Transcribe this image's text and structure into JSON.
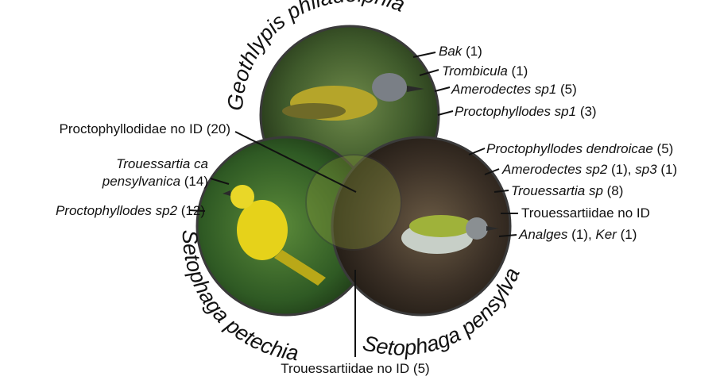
{
  "species": {
    "top": "Geothlypis philadelphia",
    "left": "Setophaga petechia",
    "right": "Setophaga pensylvanica"
  },
  "top_labels": [
    [
      {
        "t": "Bak",
        "i": true
      },
      {
        "t": " (1)",
        "i": false
      }
    ],
    [
      {
        "t": "Trombicula",
        "i": true
      },
      {
        "t": " (1)",
        "i": false
      }
    ],
    [
      {
        "t": "Amerodectes sp1",
        "i": true
      },
      {
        "t": " (5)",
        "i": false
      }
    ],
    [
      {
        "t": "Proctophyllodes sp1",
        "i": true
      },
      {
        "t": " (3)",
        "i": false
      }
    ]
  ],
  "right_labels": [
    [
      {
        "t": "Proctophyllodes dendroicae",
        "i": true
      },
      {
        "t": " (5)",
        "i": false
      }
    ],
    [
      {
        "t": "Amerodectes sp2",
        "i": true
      },
      {
        "t": " (1), ",
        "i": false
      },
      {
        "t": "sp3",
        "i": true
      },
      {
        "t": " (1)",
        "i": false
      }
    ],
    [
      {
        "t": "Trouessartia sp",
        "i": true
      },
      {
        "t": " (8)",
        "i": false
      }
    ],
    [
      {
        "t": "Trouessartiidae no ID",
        "i": false
      }
    ],
    [
      {
        "t": "Analges",
        "i": true
      },
      {
        "t": " (1), ",
        "i": false
      },
      {
        "t": "Ker",
        "i": true
      },
      {
        "t": " (1)",
        "i": false
      }
    ]
  ],
  "left_labels": [
    [
      {
        "t": "Trouessartia ca",
        "i": true
      }
    ],
    [
      {
        "t": "pensylvanica",
        "i": true
      },
      {
        "t": " (14)",
        "i": false
      }
    ],
    [
      {
        "t": "Proctophyllodes sp2",
        "i": true
      },
      {
        "t": " (12)",
        "i": false
      }
    ]
  ],
  "overlap_labels": {
    "top_left": "Proctophyllodidae no ID (20)",
    "bottom": "Trouessartiidae no ID (5)"
  }
}
